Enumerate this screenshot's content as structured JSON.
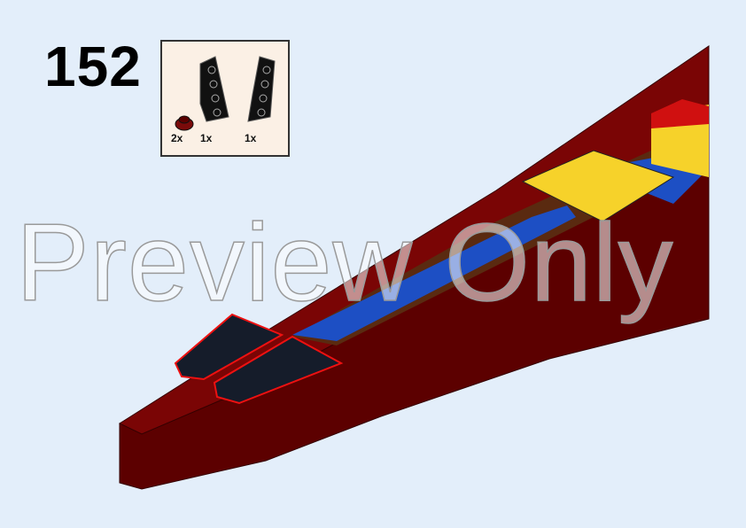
{
  "step": {
    "number": "152"
  },
  "parts_list": [
    {
      "part": "round-plate-1x1",
      "color": "#7a0a0a",
      "quantity": "2x"
    },
    {
      "part": "wedge-plate-left",
      "color": "#111111",
      "quantity": "1x"
    },
    {
      "part": "wedge-plate-right",
      "color": "#111111",
      "quantity": "1x"
    }
  ],
  "watermark": "Preview Only",
  "colors": {
    "background": "#e3eefa",
    "hull": "#6e0000",
    "blue": "#1d4fc4",
    "yellow": "#f6d22a",
    "black": "#111111",
    "brown": "#5a2a10"
  }
}
